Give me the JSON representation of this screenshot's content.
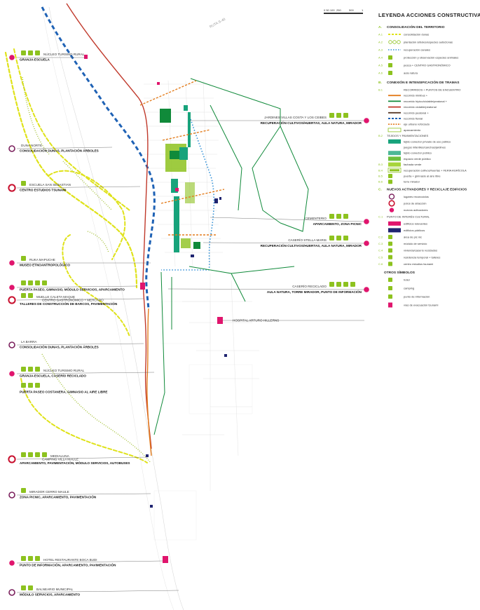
{
  "legend": {
    "title": "LEYENDA  ACCIONES CONSTRUCTIVAS",
    "scale_labels": [
      "0 50 100",
      "250",
      "500",
      "1"
    ],
    "sections": [
      {
        "id": "A.",
        "title": "CONSOLIDACIÓN DEL TERRITORIO",
        "items": [
          {
            "num": "A.1",
            "label": "consolidación dunas"
          },
          {
            "num": "A.2",
            "label": "plantación árboles/especies autóctonas"
          },
          {
            "num": "A.3",
            "label": "recuperación canales"
          },
          {
            "num": "A.4",
            "label": "protección y observación especies animales"
          },
          {
            "num": "A.5",
            "label": "pesca + CENTRO GASTRONÓMICO"
          },
          {
            "num": "A.6",
            "label": "aula natura"
          }
        ]
      },
      {
        "id": "B.",
        "title": "CONEXIÓN E INTENSIFICACIÓN DE TRAMAS",
        "items": [
          {
            "num": "B.1",
            "label": "RECORRIDOS + PUNTOS DE ENCUENTRO"
          },
          {
            "num": "",
            "label": "recorrido minibus +"
          },
          {
            "num": "",
            "label": "recorrido hípico/ciclable/peatonal +"
          },
          {
            "num": "",
            "label": "recorrido ciclable/peatonal"
          },
          {
            "num": "",
            "label": "recorrido peatonal +"
          },
          {
            "num": "",
            "label": "recorrido fluvial"
          },
          {
            "num": "",
            "label": "eje urbano reforzado"
          },
          {
            "num": "",
            "label": "aparcamiento"
          },
          {
            "num": "B.2",
            "label": "TEJIDOS Y PAVIMENTACIONES"
          },
          {
            "num": "",
            "label": "tejido conector privado de uso público"
          },
          {
            "num": "",
            "label": "juegos infantiles/canchas/jardines"
          },
          {
            "num": "",
            "label": "tejido conector público"
          },
          {
            "num": "",
            "label": "espacio verde público"
          },
          {
            "num": "B.3",
            "label": "fachada verde"
          },
          {
            "num": "B.4",
            "label": "recuperación cultivos/huertas + FERIA AGRÍCOLA"
          },
          {
            "num": "B.5",
            "label": "puerta + gimnasio al aire libre"
          },
          {
            "num": "B.6",
            "label": "torre mirador"
          }
        ]
      },
      {
        "id": "C.",
        "title": "NUEVOS ACTIVADORES Y RECICLAJE EDIFICIOS",
        "items": [
          {
            "num": "",
            "label": "lugares reconocidos"
          },
          {
            "num": "",
            "label": "polos de atracción"
          },
          {
            "num": "",
            "label": "nuevos activadores"
          },
          {
            "num": "C.1",
            "label": "PUNTO DE INTERÉS CULTURAL"
          },
          {
            "num": "",
            "label": "edificios relevantes"
          },
          {
            "num": "",
            "label": "edificios públicos"
          },
          {
            "num": "C.2",
            "label": "área de pic nic"
          },
          {
            "num": "C.3",
            "label": "módulo de servicio"
          },
          {
            "num": "C.4",
            "label": "vivienda/caserío reciclados"
          },
          {
            "num": "C.5",
            "label": "residencia temporal + talleres"
          },
          {
            "num": "C.6",
            "label": "centro estudios tsunami"
          }
        ]
      },
      {
        "id": "",
        "title": "OTROS SÍMBOLOS",
        "items": [
          {
            "num": "",
            "label": "hotel"
          },
          {
            "num": "",
            "label": "camping"
          },
          {
            "num": "",
            "label": "punto de información"
          },
          {
            "num": "",
            "label": "vías de evacuación tsunami"
          }
        ]
      }
    ]
  },
  "map": {
    "road_label": "RUTA S-40"
  },
  "annotations_left": [
    {
      "name": "GRANJA-ESCUELA",
      "sub": "NÚCLEO TURISMO RURAL"
    },
    {
      "name": "CONSOLIDACIÓN DUNAS, PLANTACIÓN ÁRBOLES",
      "sub": "DUNA NORTE"
    },
    {
      "name": "CENTRO ESTUDIOS TSUNAMI",
      "sub": "ESCUELA SAN SEBASTIAN"
    },
    {
      "name": "MUSEO ETNOANTROPOLÓGICO",
      "sub": "RUKA MAPUCHE"
    },
    {
      "name": "PUERTA PASEO, GIMNASIO, MÓDULO SERVICIOS, APARCAMIENTO",
      "sub": ""
    },
    {
      "name": "TALLERES DE CONSTRUCCIÓN DE BARCOS, PAVIMENTACIÓN",
      "sub": "MUELLE CALETA MAQUE",
      "sub2": "CENTRO GASTRONÓMICO + MERCADO"
    },
    {
      "name": "CONSOLIDACIÓN DUNAS, PLANTACIÓN ÁRBOLES",
      "sub": "LA BARRA"
    },
    {
      "name": "GRANJA-ESCUELA, CASERÍO RECICLADO",
      "sub": "NÚCLEO TURISMO RURAL"
    },
    {
      "name": "PUERTA PASEO COSTANERA, GIMNASIO AL AIRE LIBRE",
      "sub": ""
    },
    {
      "name": "APARCAMIENTO, PAVIMENTACIÓN, MÓDULO SERVICIOS, AUTOBUSES",
      "sub": "MEDIALUNA",
      "sub2": "CAMPING VILLA MAULE"
    },
    {
      "name": "ZONA PICNIC, APARCAMIENTO, PAVIMENTACIÓN",
      "sub": "MIRADOR CERRO MAULE"
    },
    {
      "name": "PUNTO DE INFORMACIÓN, APARCAMIENTO, PAVIMENTACIÓN",
      "sub": "HOTEL RESTAURANTE BOCA BUDI"
    },
    {
      "name": "MÓDULO SERVICIOS, APARCAMIENTO",
      "sub": "BALNEARIO MUNICIPAL"
    }
  ],
  "annotations_right": [
    {
      "name": "RECUPERACIÓN CULTIVOS/HUERTAS, AULA NATURA, MIRADOR",
      "sub": "JARDINES VILLAS COSTA Y LOS CEIBES"
    },
    {
      "name": "APARCAMIENTO, ZONA PICNIC",
      "sub": "CEMENTERIO"
    },
    {
      "name": "RECUPERACIÓN CULTIVOS/HUERTAS, AULA NATURA, MIRADOR",
      "sub": "CASERÍO STELLA MARIS"
    },
    {
      "name": "AULA NATURA, TORRE MIRADOR, PUNTO DE INFORMACIÓN",
      "sub": "CASERÍO RECICLADO"
    },
    {
      "name": "",
      "sub": "HOSPITAL ARTURO HILLERNS"
    }
  ],
  "colors": {
    "accent_green": "#8dc21f",
    "magenta": "#e0156d",
    "crimson": "#c8102e",
    "purple": "#7a1f5c",
    "dune_yellow": "#dfe21a",
    "river_blue": "#1f62b5",
    "canal_blue": "#2f8fd6",
    "road_red": "#c0392b",
    "orange": "#e37c1c",
    "green_dark": "#108a3a",
    "teal": "#17a37b",
    "navy": "#1f2470"
  }
}
